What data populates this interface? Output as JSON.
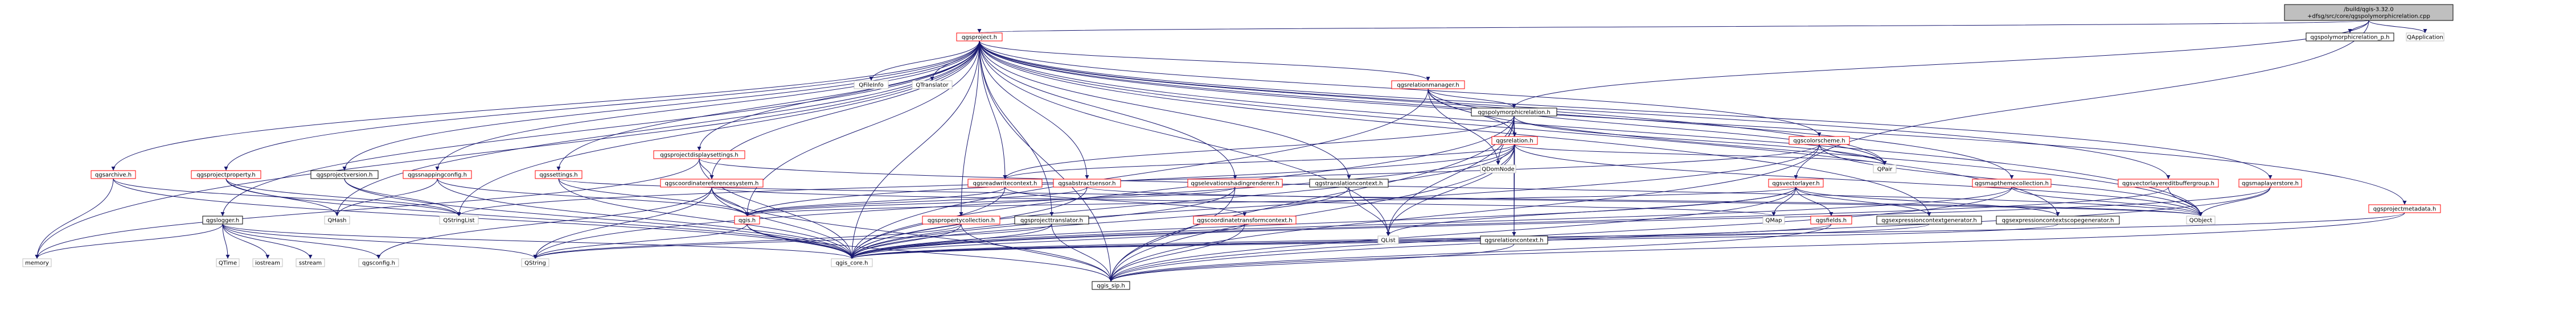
{
  "graph": {
    "colors": {
      "root_fill": "#bfbfbf",
      "default_border": "#000000",
      "recursive_border": "#ff0000",
      "external_border": "#bfbfbf",
      "external_text": "#000000",
      "edge": "#191970"
    },
    "nodes": [
      {
        "id": "root",
        "label": "/build/qgis-3.32.0\n+dfsg/src/core/qgspolymorphicrelation.cpp",
        "style": "root"
      },
      {
        "id": "qgsproject",
        "label": "qgsproject.h",
        "style": "recursive"
      },
      {
        "id": "polyrel_p",
        "label": "qgspolymorphicrelation_p.h",
        "style": "normal"
      },
      {
        "id": "qapplication",
        "label": "QApplication",
        "style": "external"
      },
      {
        "id": "qfileinfo",
        "label": "QFileInfo",
        "style": "external"
      },
      {
        "id": "qtranslator",
        "label": "QTranslator",
        "style": "external"
      },
      {
        "id": "relationmanager",
        "label": "qgsrelationmanager.h",
        "style": "recursive"
      },
      {
        "id": "polymorphicrelation",
        "label": "qgspolymorphicrelation.h",
        "style": "normal"
      },
      {
        "id": "projectdisplaysettings",
        "label": "qgsprojectdisplaysettings.h",
        "style": "recursive"
      },
      {
        "id": "relation",
        "label": "qgsrelation.h",
        "style": "recursive"
      },
      {
        "id": "colorscheme",
        "label": "qgscolorscheme.h",
        "style": "recursive"
      },
      {
        "id": "qdomnode",
        "label": "QDomNode",
        "style": "external"
      },
      {
        "id": "qpair",
        "label": "QPair",
        "style": "external"
      },
      {
        "id": "archive",
        "label": "qgsarchive.h",
        "style": "recursive"
      },
      {
        "id": "projectproperty",
        "label": "qgsprojectproperty.h",
        "style": "recursive"
      },
      {
        "id": "projectversion",
        "label": "qgsprojectversion.h",
        "style": "normal"
      },
      {
        "id": "snappingconfig",
        "label": "qgssnappingconfig.h",
        "style": "recursive"
      },
      {
        "id": "settings",
        "label": "qgssettings.h",
        "style": "recursive"
      },
      {
        "id": "coordrefsys",
        "label": "qgscoordinatereferencesystem.h",
        "style": "recursive"
      },
      {
        "id": "readwritecontext",
        "label": "qgsreadwritecontext.h",
        "style": "recursive"
      },
      {
        "id": "abstractsensor",
        "label": "qgsabstractsensor.h",
        "style": "recursive"
      },
      {
        "id": "elevshading",
        "label": "qgselevationshadingrenderer.h",
        "style": "recursive"
      },
      {
        "id": "translationcontext",
        "label": "qgstranslationcontext.h",
        "style": "normal"
      },
      {
        "id": "vectorlayer",
        "label": "qgsvectorlayer.h",
        "style": "recursive"
      },
      {
        "id": "mapthemecollection",
        "label": "qgsmapthemecollection.h",
        "style": "recursive"
      },
      {
        "id": "vlayereditbuffergroup",
        "label": "qgsvectorlayereditbuffergroup.h",
        "style": "recursive"
      },
      {
        "id": "maplayerstore",
        "label": "qgsmaplayerstore.h",
        "style": "recursive"
      },
      {
        "id": "projectmetadata",
        "label": "qgsprojectmetadata.h",
        "style": "recursive"
      },
      {
        "id": "qgslogger",
        "label": "qgslogger.h",
        "style": "normal"
      },
      {
        "id": "qhash",
        "label": "QHash",
        "style": "external"
      },
      {
        "id": "qstringlist",
        "label": "QStringList",
        "style": "external"
      },
      {
        "id": "qgis",
        "label": "qgis.h",
        "style": "recursive"
      },
      {
        "id": "propertycollection",
        "label": "qgspropertycollection.h",
        "style": "recursive"
      },
      {
        "id": "projecttranslator",
        "label": "qgsprojecttranslator.h",
        "style": "normal"
      },
      {
        "id": "coordtransformctx",
        "label": "qgscoordinatetransformcontext.h",
        "style": "recursive"
      },
      {
        "id": "qlist",
        "label": "QList",
        "style": "external"
      },
      {
        "id": "relationcontext",
        "label": "qgsrelationcontext.h",
        "style": "normal"
      },
      {
        "id": "qmap",
        "label": "QMap",
        "style": "external"
      },
      {
        "id": "qgsfields",
        "label": "qgsfields.h",
        "style": "recursive"
      },
      {
        "id": "exprctxgen",
        "label": "qgsexpressioncontextgenerator.h",
        "style": "normal"
      },
      {
        "id": "exprctxscopegen",
        "label": "qgsexpressioncontextscopegenerator.h",
        "style": "normal"
      },
      {
        "id": "qobject",
        "label": "QObject",
        "style": "external"
      },
      {
        "id": "memory",
        "label": "memory",
        "style": "external"
      },
      {
        "id": "qtime",
        "label": "QTime",
        "style": "external"
      },
      {
        "id": "iostream",
        "label": "iostream",
        "style": "external"
      },
      {
        "id": "sstream",
        "label": "sstream",
        "style": "external"
      },
      {
        "id": "qgsconfig",
        "label": "qgsconfig.h",
        "style": "external"
      },
      {
        "id": "qstring",
        "label": "QString",
        "style": "external"
      },
      {
        "id": "qgis_core",
        "label": "qgis_core.h",
        "style": "external"
      },
      {
        "id": "qgis_sip",
        "label": "qgis_sip.h",
        "style": "normal"
      }
    ],
    "edges": [
      [
        "root",
        "qgsproject"
      ],
      [
        "root",
        "polyrel_p"
      ],
      [
        "root",
        "qapplication"
      ],
      [
        "root",
        "polymorphicrelation"
      ],
      [
        "root",
        "vectorlayer"
      ],
      [
        "qgsproject",
        "qfileinfo"
      ],
      [
        "qgsproject",
        "qtranslator"
      ],
      [
        "qgsproject",
        "relationmanager"
      ],
      [
        "qgsproject",
        "projectdisplaysettings"
      ],
      [
        "qgsproject",
        "archive"
      ],
      [
        "qgsproject",
        "projectproperty"
      ],
      [
        "qgsproject",
        "projectversion"
      ],
      [
        "qgsproject",
        "snappingconfig"
      ],
      [
        "qgsproject",
        "settings"
      ],
      [
        "qgsproject",
        "coordrefsys"
      ],
      [
        "qgsproject",
        "readwritecontext"
      ],
      [
        "qgsproject",
        "abstractsensor"
      ],
      [
        "qgsproject",
        "elevshading"
      ],
      [
        "qgsproject",
        "translationcontext"
      ],
      [
        "qgsproject",
        "colorscheme"
      ],
      [
        "qgsproject",
        "mapthemecollection"
      ],
      [
        "qgsproject",
        "vlayereditbuffergroup"
      ],
      [
        "qgsproject",
        "maplayerstore"
      ],
      [
        "qgsproject",
        "projectmetadata"
      ],
      [
        "qgsproject",
        "qgslogger"
      ],
      [
        "qgsproject",
        "qgis"
      ],
      [
        "qgsproject",
        "propertycollection"
      ],
      [
        "qgsproject",
        "projecttranslator"
      ],
      [
        "qgsproject",
        "qlist"
      ],
      [
        "qgsproject",
        "qpair"
      ],
      [
        "qgsproject",
        "qobject"
      ],
      [
        "qgsproject",
        "exprctxgen"
      ],
      [
        "qgsproject",
        "exprctxscopegen"
      ],
      [
        "qgsproject",
        "qstringlist"
      ],
      [
        "qgsproject",
        "qhash"
      ],
      [
        "qgsproject",
        "memory"
      ],
      [
        "qgsproject",
        "qgis_core"
      ],
      [
        "qgsproject",
        "qgis_sip"
      ],
      [
        "relationmanager",
        "polymorphicrelation"
      ],
      [
        "relationmanager",
        "relation"
      ],
      [
        "relationmanager",
        "qdomnode"
      ],
      [
        "relationmanager",
        "qpair"
      ],
      [
        "relationmanager",
        "qobject"
      ],
      [
        "relationmanager",
        "qgis_core"
      ],
      [
        "polymorphicrelation",
        "relation"
      ],
      [
        "polymorphicrelation",
        "qdomnode"
      ],
      [
        "polymorphicrelation",
        "qpair"
      ],
      [
        "polymorphicrelation",
        "readwritecontext"
      ],
      [
        "polymorphicrelation",
        "relationcontext"
      ],
      [
        "polymorphicrelation",
        "qlist"
      ],
      [
        "polymorphicrelation",
        "qgis_core"
      ],
      [
        "polymorphicrelation",
        "qgis_sip"
      ],
      [
        "relation",
        "qdomnode"
      ],
      [
        "relation",
        "qpair"
      ],
      [
        "relation",
        "readwritecontext"
      ],
      [
        "relation",
        "relationcontext"
      ],
      [
        "relation",
        "qgis"
      ],
      [
        "relation",
        "qlist"
      ],
      [
        "relation",
        "qgis_core"
      ],
      [
        "relation",
        "qgis_sip"
      ],
      [
        "relation",
        "qstring"
      ],
      [
        "relation",
        "qobject"
      ],
      [
        "projectdisplaysettings",
        "coordrefsys"
      ],
      [
        "projectdisplaysettings",
        "qobject"
      ],
      [
        "projectdisplaysettings",
        "qgis_core"
      ],
      [
        "projectdisplaysettings",
        "memory"
      ],
      [
        "colorscheme",
        "qpair"
      ],
      [
        "colorscheme",
        "qobject"
      ],
      [
        "colorscheme",
        "qgis_core"
      ],
      [
        "colorscheme",
        "qgis_sip"
      ],
      [
        "colorscheme",
        "qstringlist"
      ],
      [
        "archive",
        "memory"
      ],
      [
        "archive",
        "qstringlist"
      ],
      [
        "archive",
        "qgis_core"
      ],
      [
        "projectproperty",
        "qhash"
      ],
      [
        "projectproperty",
        "qstringlist"
      ],
      [
        "projectproperty",
        "qgis_core"
      ],
      [
        "projectversion",
        "qstringlist"
      ],
      [
        "projectversion",
        "qgis_core"
      ],
      [
        "snappingconfig",
        "qhash"
      ],
      [
        "snappingconfig",
        "qgis"
      ],
      [
        "snappingconfig",
        "qgis_core"
      ],
      [
        "settings",
        "qobject"
      ],
      [
        "settings",
        "qgis_core"
      ],
      [
        "settings",
        "qgis"
      ],
      [
        "coordrefsys",
        "qgis"
      ],
      [
        "coordrefsys",
        "qstring"
      ],
      [
        "coordrefsys",
        "qmap"
      ],
      [
        "coordrefsys",
        "qgsconfig"
      ],
      [
        "coordrefsys",
        "qgis_core"
      ],
      [
        "coordrefsys",
        "qgis_sip"
      ],
      [
        "readwritecontext",
        "qgis"
      ],
      [
        "readwritecontext",
        "coordtransformctx"
      ],
      [
        "readwritecontext",
        "qgis_core"
      ],
      [
        "abstractsensor",
        "qgis"
      ],
      [
        "abstractsensor",
        "qobject"
      ],
      [
        "abstractsensor",
        "qgis_core"
      ],
      [
        "elevshading",
        "qgis"
      ],
      [
        "elevshading",
        "qgis_core"
      ],
      [
        "elevshading",
        "qgis_sip"
      ],
      [
        "translationcontext",
        "qgis_core"
      ],
      [
        "translationcontext",
        "qlist"
      ],
      [
        "vectorlayer",
        "qgsfields"
      ],
      [
        "vectorlayer",
        "qmap"
      ],
      [
        "vectorlayer",
        "qlist"
      ],
      [
        "vectorlayer",
        "exprctxgen"
      ],
      [
        "vectorlayer",
        "exprctxscopegen"
      ],
      [
        "vectorlayer",
        "qgis_core"
      ],
      [
        "vectorlayer",
        "qgis_sip"
      ],
      [
        "vectorlayer",
        "qgis"
      ],
      [
        "mapthemecollection",
        "qobject"
      ],
      [
        "mapthemecollection",
        "qgis_core"
      ],
      [
        "mapthemecollection",
        "qgis_sip"
      ],
      [
        "vlayereditbuffergroup",
        "qobject"
      ],
      [
        "vlayereditbuffergroup",
        "qgis_core"
      ],
      [
        "maplayerstore",
        "qobject"
      ],
      [
        "maplayerstore",
        "qgis_core"
      ],
      [
        "maplayerstore",
        "qgis_sip"
      ],
      [
        "projectmetadata",
        "qgis_core"
      ],
      [
        "projectmetadata",
        "qgis_sip"
      ],
      [
        "qgslogger",
        "qtime"
      ],
      [
        "qgslogger",
        "iostream"
      ],
      [
        "qgslogger",
        "sstream"
      ],
      [
        "qgslogger",
        "qgsconfig"
      ],
      [
        "qgslogger",
        "qgis_core"
      ],
      [
        "qgslogger",
        "memory"
      ],
      [
        "qgslogger",
        "qstring"
      ],
      [
        "qgis",
        "qgis_core"
      ],
      [
        "qgis",
        "qgis_sip"
      ],
      [
        "qgis",
        "qstring"
      ],
      [
        "propertycollection",
        "qgis_core"
      ],
      [
        "propertycollection",
        "qgis_sip"
      ],
      [
        "propertycollection",
        "qstring"
      ],
      [
        "projecttranslator",
        "qgis_core"
      ],
      [
        "projecttranslator",
        "qgis_sip"
      ],
      [
        "projecttranslator",
        "qstring"
      ],
      [
        "coordtransformctx",
        "qgis_core"
      ],
      [
        "coordtransformctx",
        "qgis_sip"
      ],
      [
        "relationcontext",
        "qgis_sip"
      ],
      [
        "qgsfields",
        "qgis_core"
      ],
      [
        "qgsfields",
        "qgis_sip"
      ],
      [
        "exprctxgen",
        "qgis_core"
      ],
      [
        "exprctxscopegen",
        "qgis_core"
      ]
    ]
  }
}
